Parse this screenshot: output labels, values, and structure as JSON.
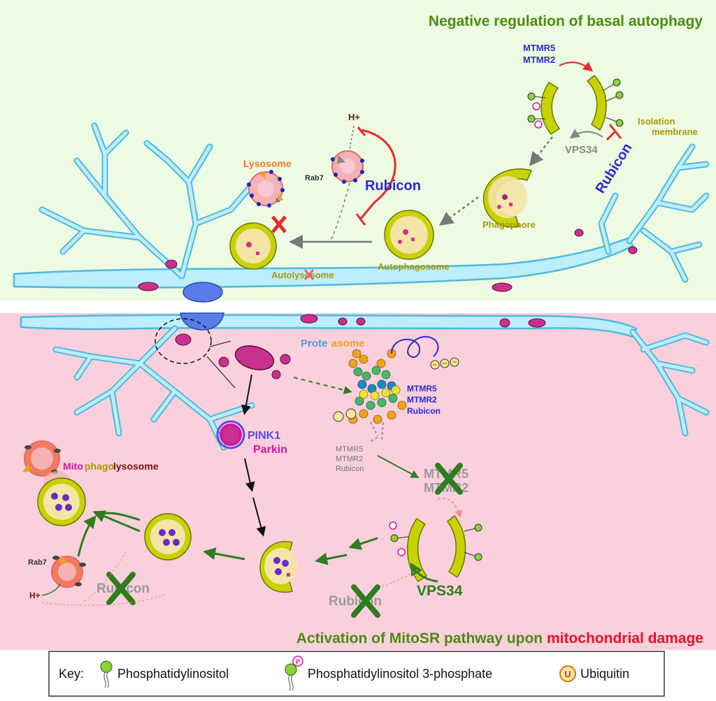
{
  "top_panel": {
    "title": "Negative regulation of basal autophagy",
    "labels": {
      "mtmr5": "MTMR5",
      "mtmr2": "MTMR2",
      "isolation": "Isolation",
      "membrane": "membrane",
      "vps34": "VPS34",
      "rubicon_right": "Rubicon",
      "phagophore": "Phagophore",
      "autophagosome": "Autophagosome",
      "lysosome": "Lysosome",
      "rab7": "Rab7",
      "hplus": "H+",
      "rubicon_mid": "Rubicon",
      "autolysosome": "Autolysosome"
    }
  },
  "bottom_panel": {
    "title_part1": "Activation of MitoSR pathway upon ",
    "title_part2": "mitochondrial damage",
    "labels": {
      "proteasome_a": "Prote",
      "proteasome_b": "asome",
      "mtmr5": "MTMR5",
      "mtmr2": "MTMR2",
      "rubicon": "Rubicon",
      "mtmr5_small": "MTMR5",
      "mtmr2_small": "MTMR2",
      "rubicon_small": "Rubicon",
      "pink1": "PINK1",
      "parkin": "Parkin",
      "mito": "Mito",
      "phago": "phago",
      "lysosome": "lysosome",
      "mtmr5_x": "MTMR5",
      "mtmr2_x": "MTMR2",
      "vps34": "VPS34",
      "rubicon_x_right": "Rubicon",
      "rubicon_x_left": "Rubicon",
      "rab7": "Rab7",
      "hplus": "H+"
    }
  },
  "key": {
    "label": "Key:",
    "items": [
      "Phosphatidylinositol",
      "Phosphatidylinositol 3-phosphate",
      "Ubiquitin"
    ],
    "ubiquitin_symbol": "U",
    "phosphate_symbol": "P"
  },
  "colors": {
    "top_bg": "#edfbe3",
    "bottom_bg": "#fad0dc",
    "neuron": "#bdeefb",
    "neuron_outline": "#4fb8e0",
    "green_title": "#4c8a14",
    "red_title": "#e8102a",
    "blue_label": "#2a2ad0",
    "olive": "#a69a00",
    "arrow_grey": "#7a7a7a",
    "arrow_green": "#2e7d1e",
    "inhibit_red": "#e32b2b",
    "magenta": "#d5159f",
    "membrane": "#c7d200"
  }
}
